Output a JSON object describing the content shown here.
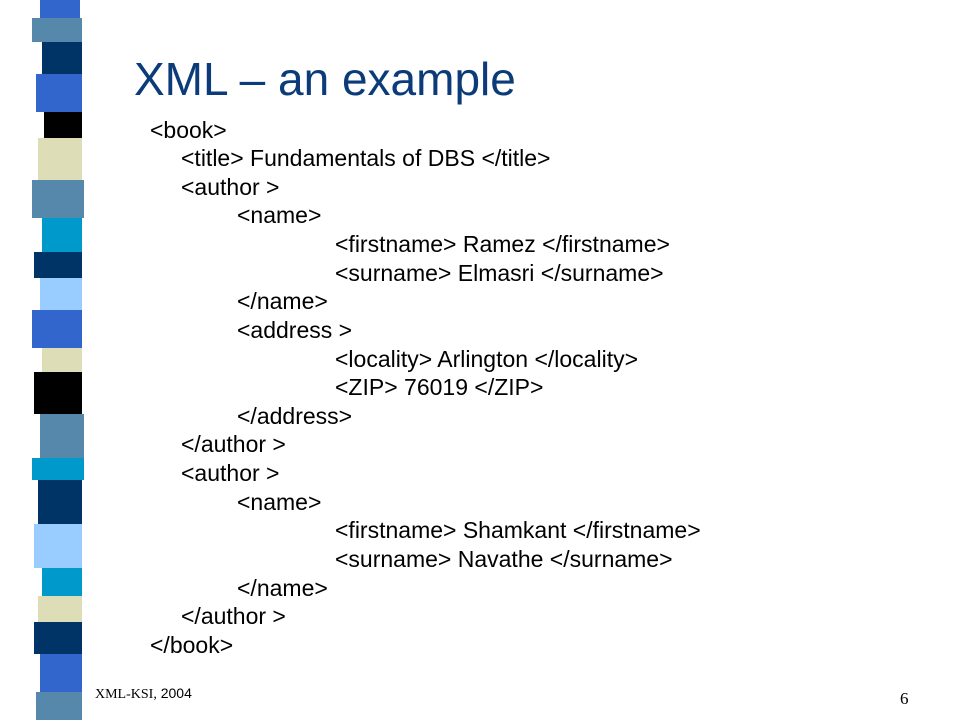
{
  "slide": {
    "title": "XML – an example",
    "xml_lines": [
      "<book>",
      "<title> Fundamentals of DBS </title>",
      "<author >",
      "<name>",
      "<firstname> Ramez </firstname>",
      "<surname> Elmasri </surname>",
      "</name>",
      "<address >",
      "<locality> Arlington </locality>",
      "<ZIP> 76019 </ZIP>",
      "</address>",
      "</author >",
      "<author >",
      "<name>",
      "<firstname> Shamkant </firstname>",
      "<surname> Navathe </surname>",
      "</name>",
      "</author >",
      "</book>"
    ]
  },
  "footer": {
    "label_serif": "XML-KSI,",
    "label_year": " 2004",
    "page_number": "6"
  },
  "theme": {
    "title_color": "#0b3b78",
    "stripe_colors": [
      "#003366",
      "#3366cc",
      "#0099cc",
      "#99ccff",
      "#ddddb8",
      "#000000",
      "#5588aa",
      "#ffffff"
    ]
  }
}
